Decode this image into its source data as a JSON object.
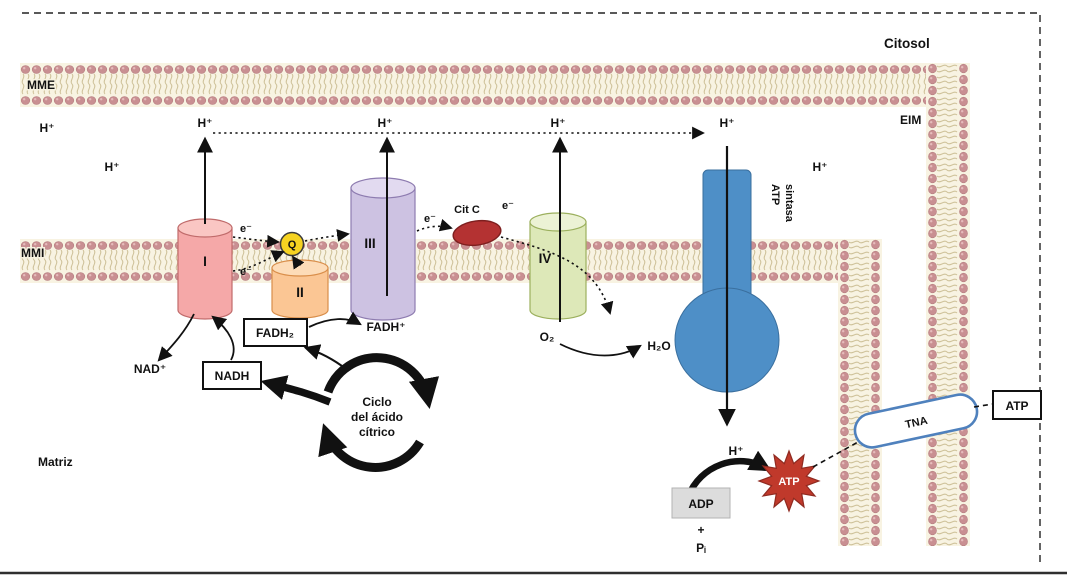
{
  "region_labels": {
    "citosol": "Citosol",
    "mme": "MME",
    "eim": "EIM",
    "mmi": "MMI",
    "matriz": "Matriz"
  },
  "ions": {
    "h_plus": "H⁺",
    "e_minus": "e⁻"
  },
  "complexes": {
    "complex_i": "I",
    "complex_ii": "II",
    "complex_iii": "III",
    "complex_iv": "IV",
    "ubiquinone": "Q",
    "cytochrome_c": "Cit C",
    "atp_synthase_line1": "ATP",
    "atp_synthase_line2": "sintasa"
  },
  "molecules": {
    "nad_plus": "NAD⁺",
    "nadh": "NADH",
    "fadh2": "FADH₂",
    "fadh_plus": "FADH⁺",
    "o2": "O₂",
    "h2o": "H₂O",
    "adp": "ADP",
    "plus_sign": "+",
    "pi": "Pᵢ",
    "atp": "ATP",
    "tna": "TNA"
  },
  "citric_cycle": {
    "line1": "Ciclo",
    "line2": "del ácido",
    "line3": "cítrico"
  },
  "colors": {
    "complex_i": "#f5a8a8",
    "complex_ii": "#fbc694",
    "complex_iii": "#cdc2e2",
    "complex_iv": "#dde8b8",
    "atp_synthase": "#4e8fc7",
    "ubiquinone": "#f6d321",
    "cytochrome_c": "#b43232",
    "atp_burst": "#c0392b",
    "adp_box": "#dcdcdc",
    "tna_border": "#4f81bd",
    "membrane_fill": "#f8f3e2",
    "membrane_head": "#c98f92"
  }
}
